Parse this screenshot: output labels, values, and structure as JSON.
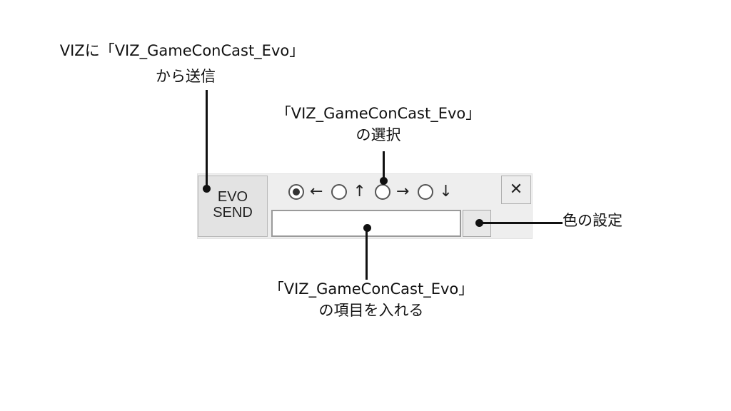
{
  "annotations": {
    "send": {
      "line1": "VIZに「VIZ_GameConCast_Evo」",
      "line2": "から送信"
    },
    "select": {
      "line1": "「VIZ_GameConCast_Evo」",
      "line2": "の選択"
    },
    "color": {
      "line1": "色の設定"
    },
    "input": {
      "line1": "「VIZ_GameConCast_Evo」",
      "line2": "の項目を入れる"
    }
  },
  "panel": {
    "send_button": {
      "line1": "EVO",
      "line2": "SEND"
    },
    "directions": [
      {
        "arrow": "←",
        "selected": true,
        "icon": "arrow-left-icon"
      },
      {
        "arrow": "↑",
        "selected": false,
        "icon": "arrow-up-icon"
      },
      {
        "arrow": "→",
        "selected": false,
        "icon": "arrow-right-icon"
      },
      {
        "arrow": "↓",
        "selected": false,
        "icon": "arrow-down-icon"
      }
    ],
    "close_glyph": "✕",
    "item_input": {
      "value": ""
    }
  }
}
